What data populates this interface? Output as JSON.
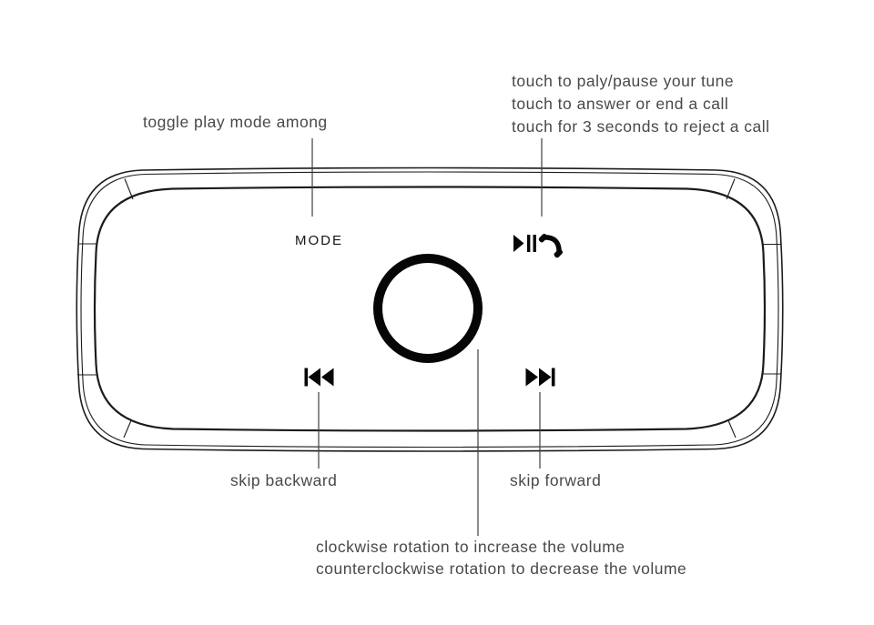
{
  "colors": {
    "line": "#1c1c1c",
    "text": "#494949",
    "icon": "#060606",
    "leader": "#3f3f3f",
    "background": "#ffffff"
  },
  "device": {
    "type": "bluetooth-speaker-top-view-diagram",
    "mode_label": "MODE",
    "icons": {
      "play_pause": "play-pause-icon",
      "phone": "phone-handset-icon",
      "skip_backward": "skip-backward-icon",
      "skip_forward": "skip-forward-icon",
      "volume_dial": "volume-dial-ring"
    }
  },
  "labels": {
    "toggle_mode": "toggle play mode among",
    "play_pause": [
      "touch to paly/pause your tune",
      "touch to answer or end a call",
      "touch for 3 seconds to reject a call"
    ],
    "skip_backward": "skip backward",
    "skip_forward": "skip forward",
    "volume": [
      "clockwise rotation to increase the volume",
      "counterclockwise rotation to decrease the volume"
    ]
  }
}
